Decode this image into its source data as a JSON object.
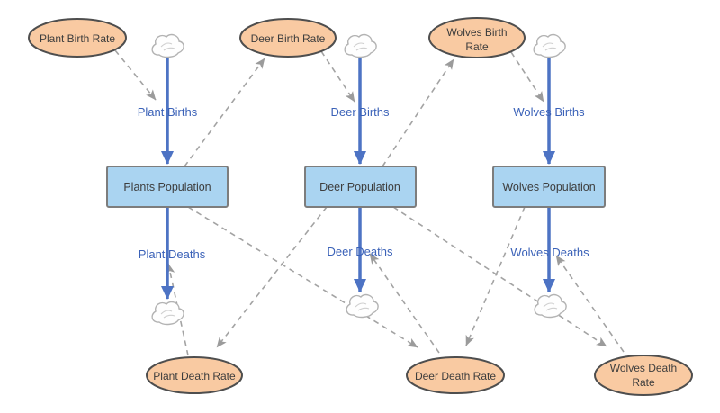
{
  "colors": {
    "background": "#ffffff",
    "stock_fill": "#aad4f1",
    "stock_border": "#7d7d7d",
    "variable_fill": "#f9caa2",
    "variable_border": "#4e4e4e",
    "flow_blue": "#4d73c4",
    "flow_label_blue": "#3b62b8",
    "connector_gray": "#a3a3a3",
    "label_text": "#3d3d3d"
  },
  "icons": {
    "cloud": "cloud-icon"
  },
  "stocks": [
    {
      "label": "Plants Population"
    },
    {
      "label": "Deer Population"
    },
    {
      "label": "Wolves Population"
    }
  ],
  "flows": [
    {
      "label": "Plant Births",
      "from": "cloud",
      "to": "Plants Population"
    },
    {
      "label": "Deer Births",
      "from": "cloud",
      "to": "Deer Population"
    },
    {
      "label": "Wolves Births",
      "from": "cloud",
      "to": "Wolves Population"
    },
    {
      "label": "Plant Deaths",
      "from": "Plants Population",
      "to": "cloud"
    },
    {
      "label": "Deer Deaths",
      "from": "Deer Population",
      "to": "cloud"
    },
    {
      "label": "Wolves Deaths",
      "from": "Wolves Population",
      "to": "cloud"
    }
  ],
  "variables": [
    {
      "label": "Plant Birth Rate",
      "lines": [
        "Plant Birth Rate"
      ]
    },
    {
      "label": "Deer Birth Rate",
      "lines": [
        "Deer Birth Rate"
      ]
    },
    {
      "label": "Wolves Birth Rate",
      "lines": [
        "Wolves Birth",
        "Rate"
      ]
    },
    {
      "label": "Plant Death Rate",
      "lines": [
        "Plant Death Rate"
      ]
    },
    {
      "label": "Deer Death Rate",
      "lines": [
        "Deer Death Rate"
      ]
    },
    {
      "label": "Wolves Death Rate",
      "lines": [
        "Wolves Death",
        "Rate"
      ]
    }
  ],
  "connectors": [
    {
      "from": "Plant Birth Rate",
      "to": "Plant Births"
    },
    {
      "from": "Plants Population",
      "to": "Deer Birth Rate"
    },
    {
      "from": "Deer Birth Rate",
      "to": "Deer Births"
    },
    {
      "from": "Deer Population",
      "to": "Wolves Birth Rate"
    },
    {
      "from": "Wolves Birth Rate",
      "to": "Wolves Births"
    },
    {
      "from": "Deer Population",
      "to": "Plant Death Rate"
    },
    {
      "from": "Plants Population",
      "to": "Deer Death Rate"
    },
    {
      "from": "Wolves Population",
      "to": "Deer Death Rate"
    },
    {
      "from": "Deer Population",
      "to": "Wolves Death Rate"
    },
    {
      "from": "Plant Death Rate",
      "to": "Plant Deaths"
    },
    {
      "from": "Deer Death Rate",
      "to": "Deer Deaths"
    },
    {
      "from": "Wolves Death Rate",
      "to": "Wolves Deaths"
    }
  ]
}
